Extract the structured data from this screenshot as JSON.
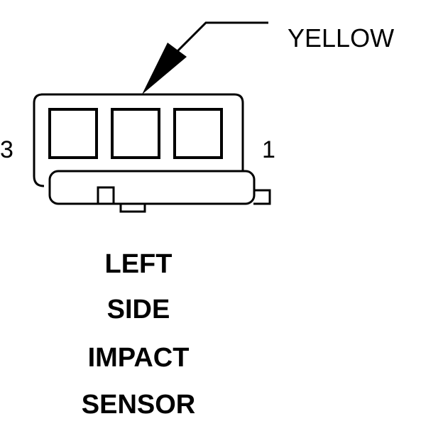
{
  "callout": {
    "label": "YELLOW"
  },
  "pins": {
    "left": "3",
    "right": "1"
  },
  "title": {
    "lines": [
      "LEFT",
      "SIDE",
      "IMPACT",
      "SENSOR"
    ]
  },
  "colors": {
    "line": "#000000",
    "background": "#ffffff"
  }
}
